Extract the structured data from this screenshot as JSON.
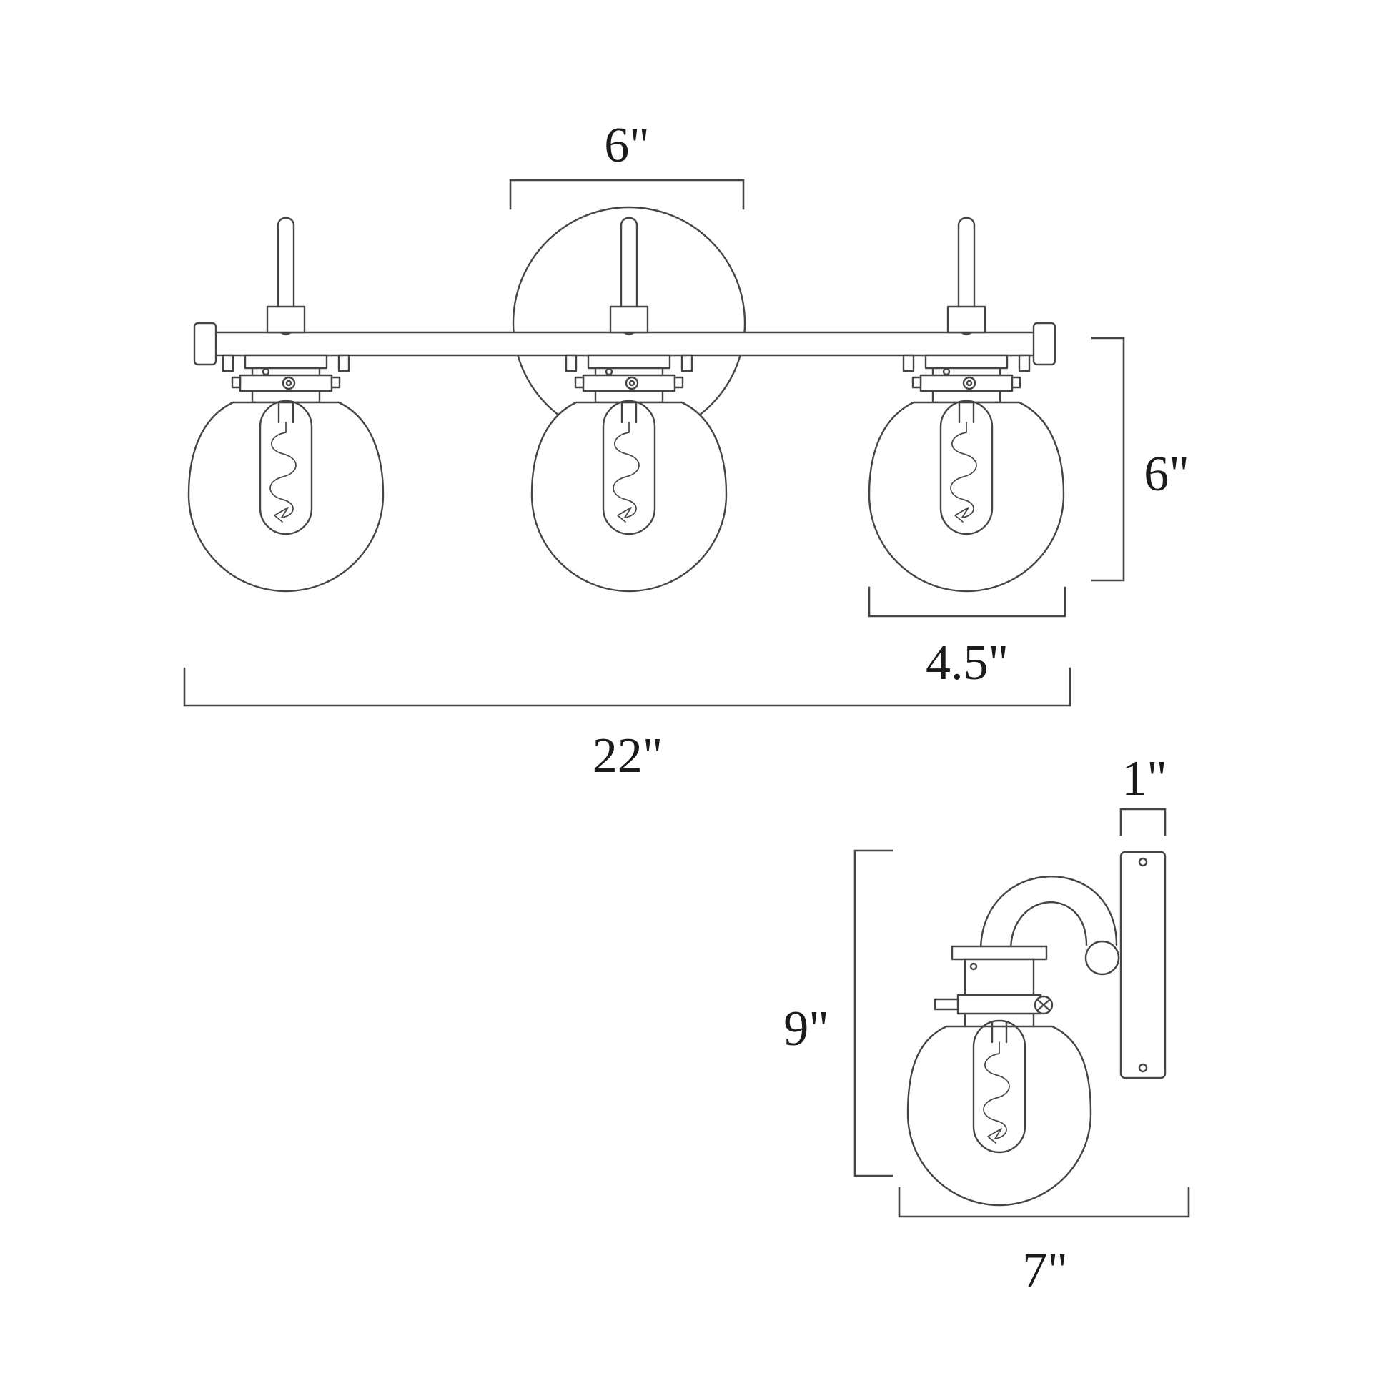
{
  "diagram": {
    "type": "product-dimension-line-drawing",
    "subject": "3-light vanity wall sconce with globe glass shades, front and side views",
    "colors": {
      "line": "#454545",
      "text": "#1b1b1b",
      "background": "#ffffff"
    },
    "views": {
      "front": {
        "name": "front-view-3-light-bar",
        "labels": {
          "backplate_width": "6\"",
          "shade_height": "6\"",
          "shade_width": "4.5\"",
          "fixture_width": "22\""
        }
      },
      "side": {
        "name": "side-view-single-sconce",
        "labels": {
          "backplate_depth": "1\"",
          "fixture_height": "9\"",
          "fixture_depth": "7\""
        }
      }
    }
  }
}
